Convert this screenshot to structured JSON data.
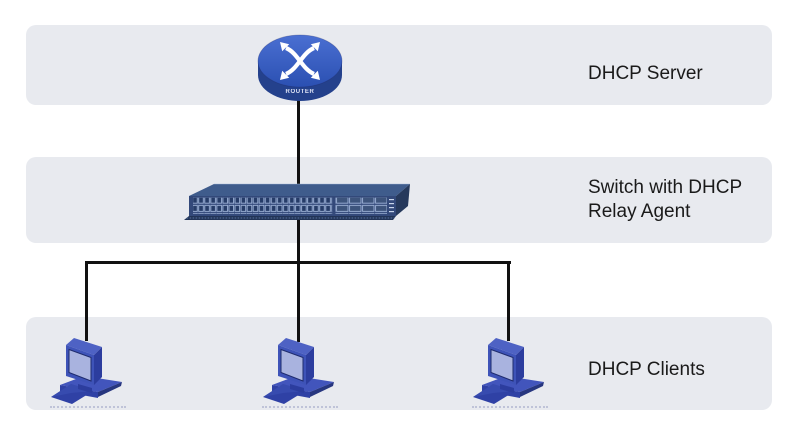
{
  "diagram": {
    "type": "network-topology",
    "rows": [
      {
        "id": "server",
        "label": "DHCP Server",
        "icon": "router-icon"
      },
      {
        "id": "relay",
        "label": "Switch with DHCP Relay Agent",
        "icon": "switch-icon"
      },
      {
        "id": "clients",
        "label": "DHCP Clients",
        "icon": "computer-icon",
        "client_count": 3
      }
    ],
    "router_text": "ROUTER",
    "connections": [
      "dhcp-server to switch",
      "switch to client bus",
      "bus to client-1",
      "bus to client-2",
      "bus to client-3"
    ]
  },
  "colors": {
    "page_bg": "#FFFFFF",
    "band_bg": "#E8EAEF",
    "line": "#111111",
    "label": "#1A1A1A",
    "router_top1": "#4A6FD2",
    "router_top2": "#2B50B2",
    "router_rim": "#24418C",
    "arrow_white": "#FFFFFF",
    "sw_top": "#3F5C8C",
    "sw_front": "#33497A",
    "sw_side": "#26395C",
    "sw_base": "#223457",
    "port_fill": "#263C68",
    "port_stroke": "#9FB4D8",
    "module_fill": "#3D547C",
    "stripe": "#C7D4EA",
    "pc_front": "#3E53B8",
    "pc_top": "#4E62C4",
    "pc_side": "#2C3D9E",
    "pc_screen": "#A9B3DF",
    "pc_screen_border": "#1F2C6E",
    "pc_base_top": "#4255BC",
    "pc_base_front": "#2F41A5",
    "pc_dark": "#27367F",
    "shadow_dot": "#BFC3D8"
  }
}
